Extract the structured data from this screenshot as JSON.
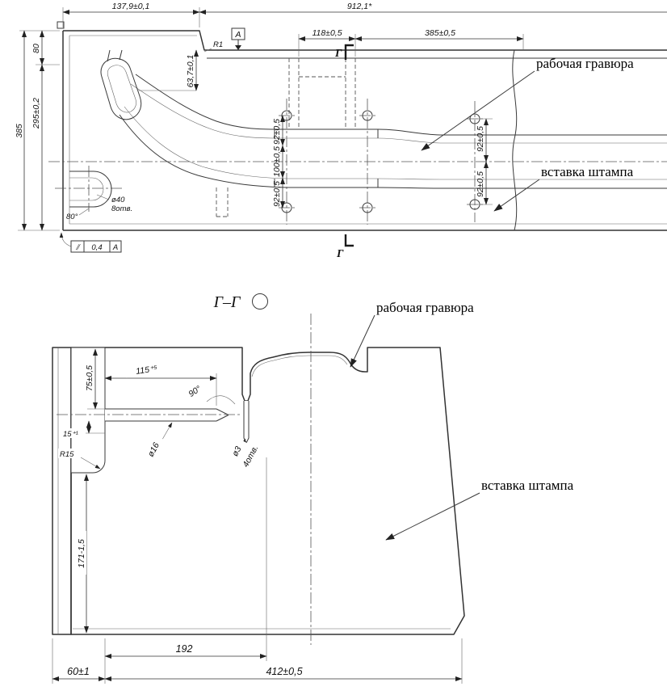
{
  "labels": {
    "working_engraving": "рабочая гравюра",
    "die_insert": "вставка штампа"
  },
  "top_view": {
    "datum": "А",
    "section_letter": "Г",
    "fcf": {
      "symbol": "⫽",
      "value": "0,4",
      "datum": "А"
    },
    "dims": {
      "len_left": "137,9±0,1",
      "len_total": "912,1*",
      "len_118": "118±0,5",
      "len_385": "385±0,5",
      "h_80": "80",
      "h_295": "295±0,2",
      "h_385": "385",
      "r1": "R1",
      "w_637": "63,7±0,1",
      "w_92a": "92±0,5",
      "w_100": "100±0,5",
      "w_92b": "92±0,5",
      "w_92c": "92±0,5",
      "w_92d": "92±0,5",
      "hole_d": "ø40",
      "hole_n": "8отв.",
      "angle": "80°"
    }
  },
  "section_view": {
    "title": "Г–Г",
    "dims": {
      "d75": "75±0,5",
      "d115": "115⁺⁵",
      "a90": "90°",
      "d15": "15⁺¹",
      "r15": "R15",
      "d16": "ø16",
      "d3": "ø3",
      "n4": "4отв.",
      "d171": "171-1,5",
      "d192": "192",
      "d412": "412±0,5",
      "d60": "60±1"
    }
  }
}
